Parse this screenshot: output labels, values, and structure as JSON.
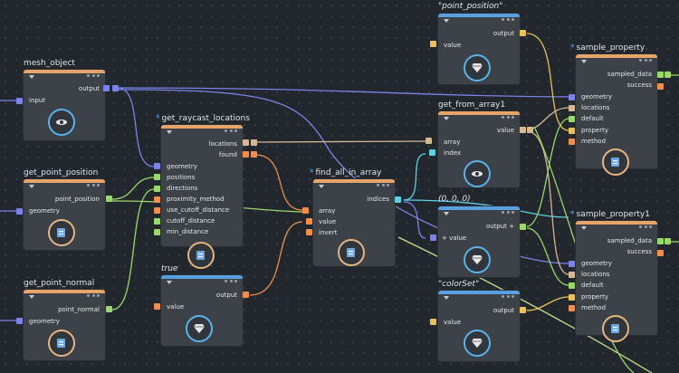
{
  "colors": {
    "background": "#22272d",
    "node_body": "#3d4248",
    "header_blue": "#5a9fe0",
    "header_orange": "#e7a46a",
    "wire_blue": "#7b83e8",
    "wire_tan": "#d6b894",
    "wire_orange": "#ef8e4f",
    "wire_green": "#9ad86a",
    "wire_cyan": "#5ed0e0",
    "wire_yellow": "#e9c15a",
    "wire_lime": "#c8e08a"
  },
  "nodes": {
    "mesh_object": {
      "title": "mesh_object",
      "input": "input",
      "output": "output",
      "icon": "mesh-eye-icon"
    },
    "get_point_position": {
      "title": "get_point_position",
      "geometry": "geometry",
      "point_position": "point_position",
      "icon": "node-graph-icon"
    },
    "get_point_normal": {
      "title": "get_point_normal",
      "geometry": "geometry",
      "point_normal": "point_normal",
      "icon": "node-graph-icon"
    },
    "get_raycast_locations": {
      "title": "get_raycast_locations",
      "outputs": [
        "locations",
        "found"
      ],
      "inputs": [
        "geometry",
        "positions",
        "directions",
        "proximity_method",
        "use_cutoff_distance",
        "cutoff_distance",
        "min_distance"
      ],
      "icon": "node-graph-icon"
    },
    "true_node": {
      "title": "true",
      "value": "value",
      "output": "output",
      "icon": "gem-icon"
    },
    "find_all_in_array": {
      "title": "find_all_in_array",
      "indices": "indices",
      "inputs": [
        "array",
        "value",
        "invert"
      ],
      "icon": "node-graph-icon"
    },
    "point_position": {
      "title": "\"point_position\"",
      "value": "value",
      "output": "output",
      "icon": "gem-icon"
    },
    "get_from_array1": {
      "title": "get_from_array1",
      "value": "value",
      "inputs": [
        "array",
        "index"
      ],
      "icon": "mesh-eye-icon"
    },
    "vec_node": {
      "title": "(0, 0, 0)",
      "value": "+ value",
      "output": "output +",
      "icon": "gem-icon"
    },
    "colorSet": {
      "title": "\"colorSet\"",
      "value": "value",
      "output": "output",
      "icon": "gem-icon"
    },
    "sample_property": {
      "title": "sample_property",
      "outputs": [
        "sampled_data",
        "success"
      ],
      "inputs": [
        "geometry",
        "locations",
        "default",
        "property",
        "method"
      ],
      "icon": "node-graph-icon"
    },
    "sample_property1": {
      "title": "sample_property1",
      "outputs": [
        "sampled_data",
        "success"
      ],
      "inputs": [
        "geometry",
        "locations",
        "default",
        "property",
        "method"
      ],
      "icon": "node-graph-icon"
    }
  }
}
